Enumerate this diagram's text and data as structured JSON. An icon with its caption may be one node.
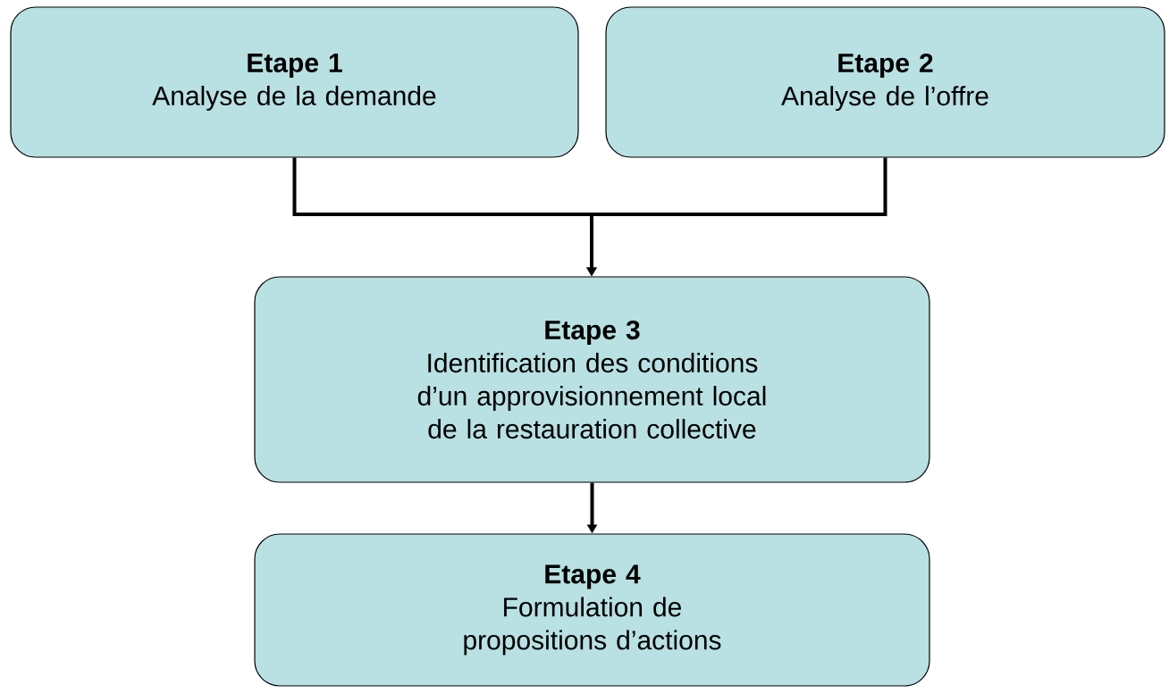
{
  "diagram": {
    "nodes": [
      {
        "text": [
          "Etape 1",
          "Analyse de la demande"
        ]
      },
      {
        "text": [
          "Etape 2",
          "Analyse de l’offre"
        ]
      },
      {
        "text": [
          "Etape 3",
          "Identification des conditions d’un approvisionnement local de la restauration collective"
        ]
      },
      {
        "text": [
          "Etape 4",
          "Formulation de propositions d’actions"
        ]
      }
    ],
    "edges": [
      {
        "from": 0,
        "to": 2,
        "arrow": "to"
      },
      {
        "from": 1,
        "to": 2,
        "arrow": "to"
      },
      {
        "from": 2,
        "to": 3,
        "arrow": "to"
      }
    ]
  }
}
